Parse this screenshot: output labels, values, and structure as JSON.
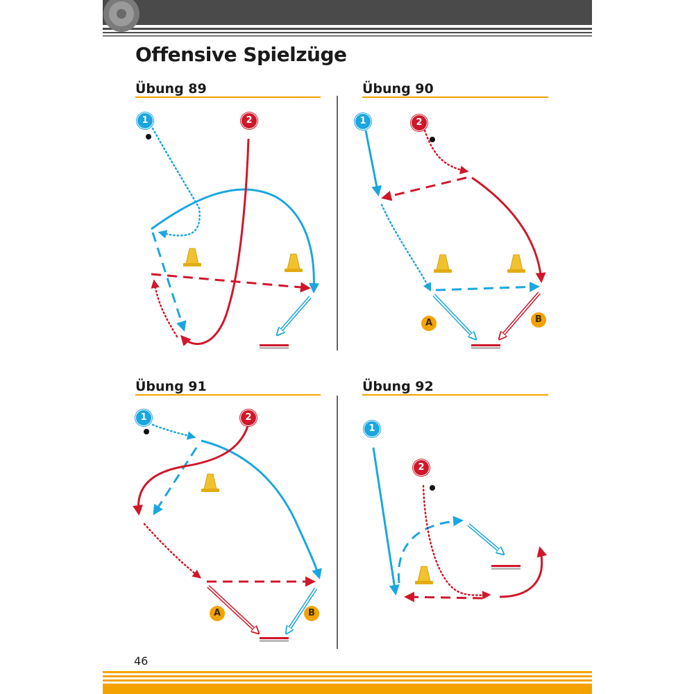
{
  "page": {
    "title": "Offensive Spielzüge",
    "page_number": "46",
    "colors": {
      "header_bar": "#4a4a4a",
      "accent_orange": "#f4a200",
      "player_blue": "#1aa6e0",
      "player_red": "#d0172a",
      "cone_yellow": "#f2c12e",
      "divider": "#333333"
    }
  },
  "exercises": [
    {
      "title": "Übung 89",
      "players": [
        "1",
        "2"
      ],
      "zones": []
    },
    {
      "title": "Übung 90",
      "players": [
        "1",
        "2"
      ],
      "zones": [
        "A",
        "B"
      ]
    },
    {
      "title": "Übung 91",
      "players": [
        "1",
        "2"
      ],
      "zones": [
        "A",
        "B"
      ]
    },
    {
      "title": "Übung 92",
      "players": [
        "1",
        "2"
      ],
      "zones": []
    }
  ]
}
